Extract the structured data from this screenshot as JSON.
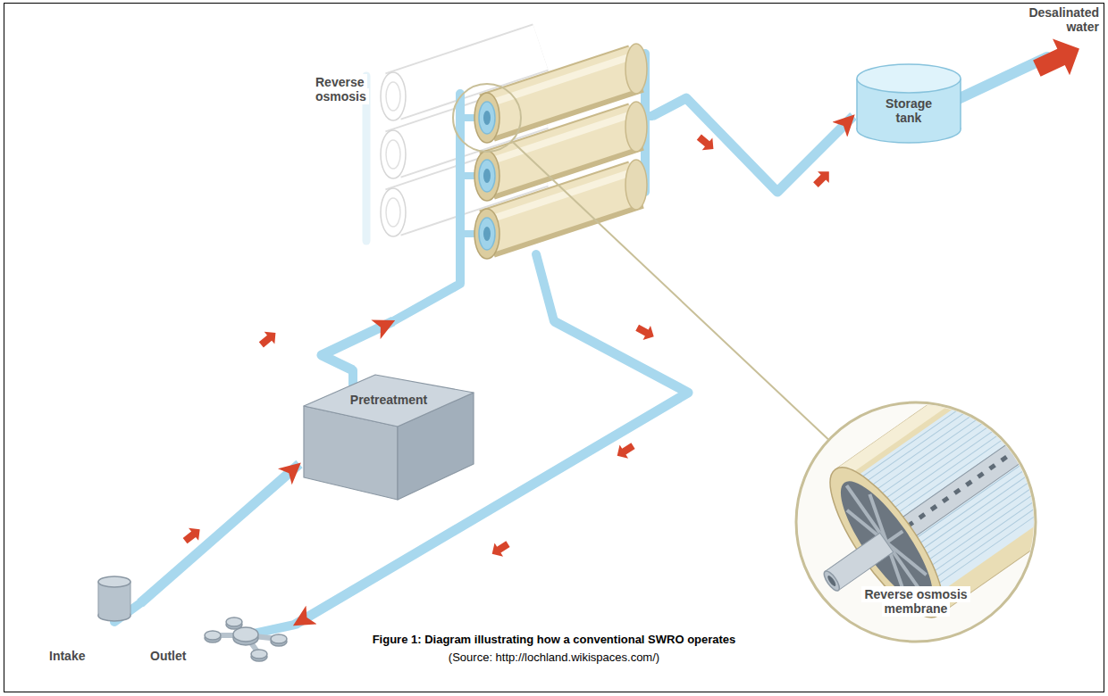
{
  "diagram": {
    "caption": "Figure 1: Diagram illustrating how a conventional SWRO operates",
    "nodes": [
      {
        "text": [
          "Reverse osmosis"
        ]
      },
      {
        "text": [
          "Storage tank"
        ]
      },
      {
        "text": [
          "Pretreatment"
        ]
      },
      {
        "text": [
          "Reverse osmosis membrane"
        ]
      },
      {
        "text": [
          "Intake"
        ]
      },
      {
        "text": [
          "Outlet"
        ]
      }
    ],
    "edges": [
      {
        "from": 4,
        "to": 2,
        "arrow": "to"
      },
      {
        "from": 2,
        "to": 0,
        "arrow": "to"
      },
      {
        "from": 0,
        "to": 1,
        "arrow": "to"
      },
      {
        "from": 0,
        "to": 5,
        "arrow": "to"
      },
      {
        "from": 0,
        "to": 3,
        "arrow": "none"
      }
    ],
    "labels": [
      "Desalinated water",
      "(Source: http://lochland.wikispaces.com/)"
    ]
  }
}
